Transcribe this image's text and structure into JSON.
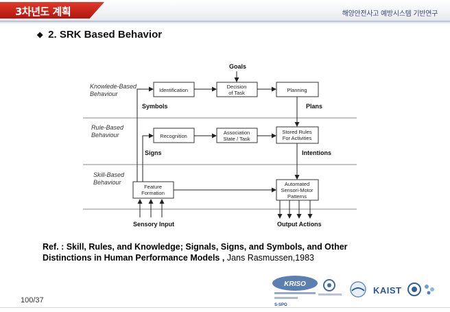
{
  "header": {
    "title": "3차년도 계획",
    "subtitle": "해양안전사고 예방시스템 기반연구"
  },
  "heading": {
    "bullet": "◆",
    "text": "2. SRK Based Behavior"
  },
  "diagram": {
    "levels": {
      "knowledge": [
        "Knowlede-Based",
        "Behaviour"
      ],
      "rule": [
        "Rule-Based",
        "Behaviour"
      ],
      "skill": [
        "Skill-Based",
        "Behaviour"
      ]
    },
    "boxes": {
      "identification": [
        "Identification"
      ],
      "decision": [
        "Decision",
        "of Task"
      ],
      "planning": [
        "Planning"
      ],
      "recognition": [
        "Recognition"
      ],
      "association": [
        "Association",
        "State / Task"
      ],
      "stored_rules": [
        "Stored Rules",
        "For Activities"
      ],
      "feature": [
        "Feature",
        "Formation"
      ],
      "automated": [
        "Automated",
        "Sensori-Motor",
        "Patterns"
      ]
    },
    "labels": {
      "goals": "Goals",
      "symbols": "Symbols",
      "plans": "Plans",
      "signs": "Signs",
      "intentions": "Intentions",
      "sensory_input": "Sensory Input",
      "output_actions": "Output Actions"
    }
  },
  "reference": {
    "prefix": "Ref. : Skill, Rules, and Knowledge; Signals, Signs, and Symbols, and Other",
    "line2": "Distinctions in Human Performance Models ,",
    "author": "Jans Rasmussen,1983"
  },
  "footer": {
    "page": "100/37",
    "logos": {
      "kriso": "KRISO",
      "kaist": "KAIST",
      "sub": "S-SPO"
    }
  },
  "colors": {
    "header_red": "#c8241a",
    "header_sub": "#3b4b6e",
    "kriso_blue": "#5b7fb0"
  }
}
